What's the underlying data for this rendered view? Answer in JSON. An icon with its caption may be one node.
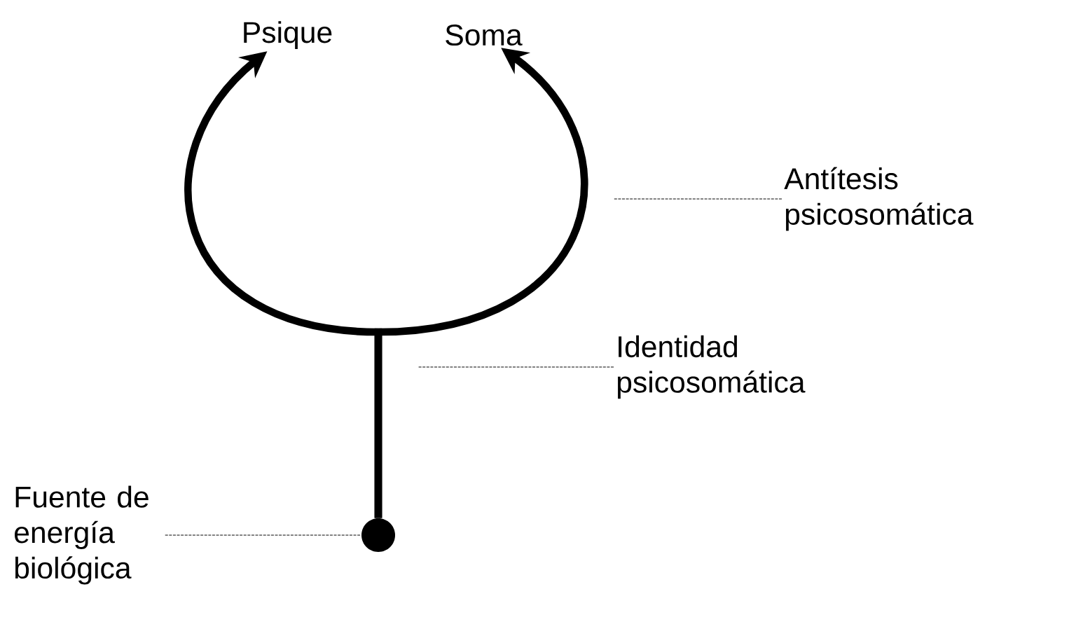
{
  "diagram": {
    "nodes": [
      {
        "text": [
          "Psique"
        ]
      },
      {
        "text": [
          "Soma"
        ]
      },
      {
        "text": [],
        "shape": "circle"
      },
      {
        "text": [
          "Fuente de energía biológica"
        ]
      },
      {
        "text": [
          "Identidad psicosomática"
        ]
      },
      {
        "text": [
          "Antítesis psicosomática"
        ]
      }
    ],
    "edges": [
      {
        "from": 2,
        "to": 0,
        "arrow": "to",
        "style": "thick"
      },
      {
        "from": 2,
        "to": 1,
        "arrow": "to",
        "style": "thick"
      },
      {
        "from": 3,
        "to": 2,
        "arrow": "none",
        "style": "dashed"
      },
      {
        "from": 4,
        "to": null,
        "arrow": "none",
        "style": "dashed"
      },
      {
        "from": 5,
        "to": null,
        "arrow": "none",
        "style": "dashed"
      }
    ]
  }
}
